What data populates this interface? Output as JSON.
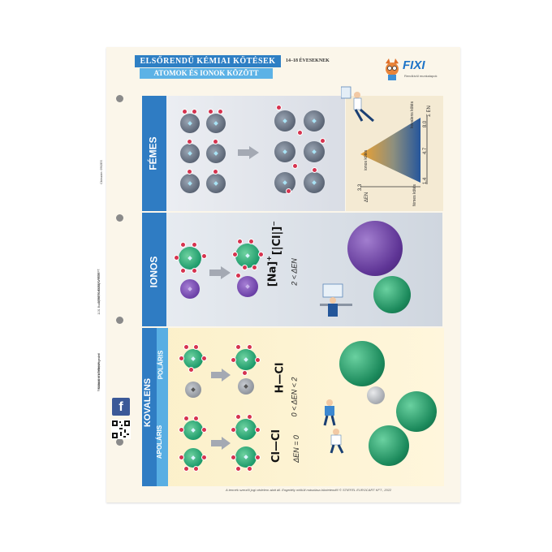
{
  "header": {
    "title": "ELSŐRENDŰ KÉMIAI KÖTÉSEK",
    "subtitle": "ATOMOK ÉS IONOK KÖZÖTT",
    "age": "14–18 ÉVESEKNEK"
  },
  "logo": {
    "name": "FIXI",
    "tagline": "Rendkívül munkalapok"
  },
  "sections": {
    "femes": "FÉMES",
    "ionos": "IONOS",
    "kovalens": "KOVALENS",
    "polaris": "POLÁRIS",
    "apolaris": "APOLÁRIS"
  },
  "triangle": {
    "top_label": "kovalens kötés",
    "top_value": "8.0",
    "sum_en": "Σ EN",
    "mid_value": "4.7",
    "bottom_value": "1.4",
    "left_label": "ionos kötés",
    "delta_en": "ΔEN",
    "delta_value": "3.3",
    "metal_label": "fémes kötés"
  },
  "ionic": {
    "na": "Na",
    "na_charge": "+",
    "cl": "|Cl|",
    "cl_charge": "−",
    "condition": "2 < ΔEN"
  },
  "polar": {
    "formula": "H—Cl",
    "condition": "0 < ΔEN < 2"
  },
  "apolar": {
    "formula": "Cl—Cl",
    "condition": "ΔEN = 0"
  },
  "sidebar": {
    "social": "Mutasd el a véleményedet!",
    "social_link": "facebook.com/fixilapok",
    "publisher": "STIEFEL EUROCART KFT.",
    "address": "1131 Budapest, Kisfaludy u. 34/B",
    "catalog": "Cikkszám: 0962ES"
  },
  "footer": {
    "copyright": "A termék szerzői jogi védelem alatt áll. Engedély nélküli másolása büntetendő! © STIEFEL EUROCART KFT., 2022"
  },
  "colors": {
    "blue_dark": "#2f7cc3",
    "blue_light": "#58aee3",
    "electron": "#d6334f",
    "metal": "#5b6575",
    "chlorine": "#1d9b6b",
    "sodium": "#6a3fa6"
  }
}
